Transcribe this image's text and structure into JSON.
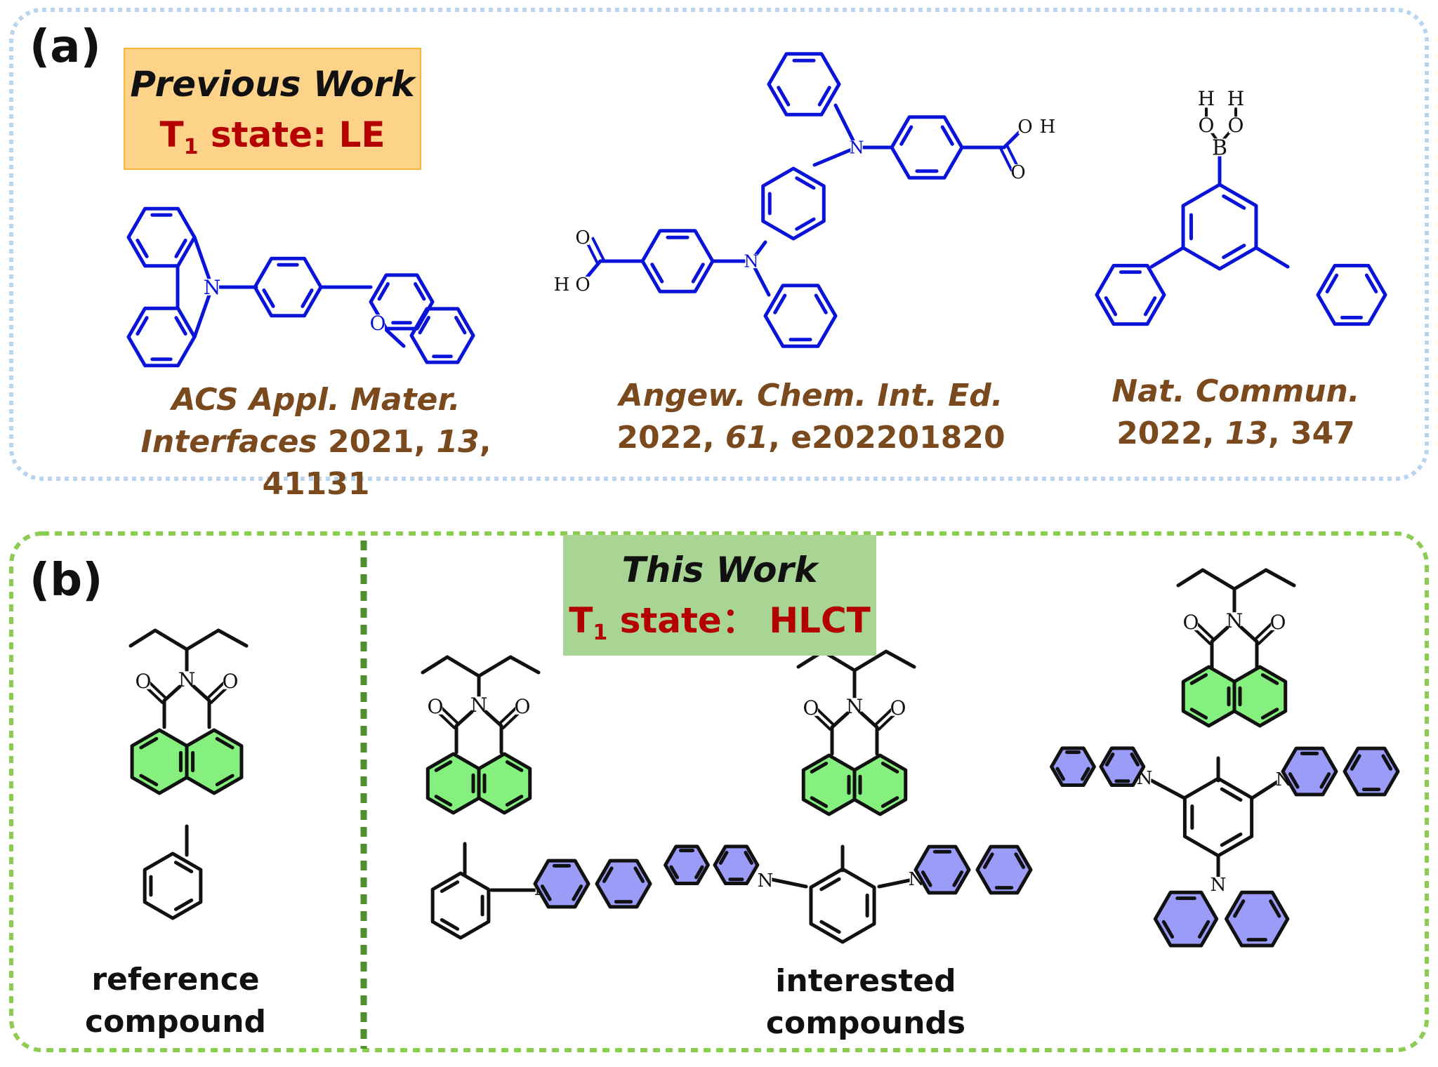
{
  "panel_a": {
    "label": "(a)",
    "tag": {
      "title": "Previous Work",
      "state_prefix": "T",
      "state_sub": "1",
      "state_rest": " state: LE"
    },
    "refs": [
      {
        "journal_1": "ACS Appl. Mater.",
        "journal_2": "Interfaces",
        "year": "2021, ",
        "volume": "13",
        "pages": ", 41131"
      },
      {
        "journal_1": "Angew. Chem. Int. Ed.",
        "year": "2022, ",
        "volume": "61",
        "pages": ", e202201820"
      },
      {
        "journal_1": "Nat. Commun.",
        "year": "2022, ",
        "volume": "13",
        "pages": ", 347"
      }
    ],
    "atoms": {
      "N": "N",
      "O": "O",
      "H": "H",
      "B": "B"
    }
  },
  "panel_b": {
    "label": "(b)",
    "tag": {
      "title": "This Work",
      "state_prefix": "T",
      "state_sub": "1",
      "state_rest": " state： HLCT"
    },
    "reference_caption": [
      "reference",
      "compound"
    ],
    "interested_caption": [
      "interested",
      "compounds"
    ],
    "atoms": {
      "N": "N",
      "O": "O"
    }
  },
  "colors": {
    "blue_structure": "#0a14d8",
    "brown_ref": "#7a4a1e",
    "red_state": "#b40000",
    "orange_box": "#fdd38a",
    "orange_border": "#f4b53a",
    "green_box": "#a8d494",
    "green_ring": "#86f07e",
    "purple_ring": "#9b9cf7",
    "blue_dash": "#b8d4ee",
    "green_dash": "#8ccc52",
    "divider": "#4e8f2e"
  }
}
